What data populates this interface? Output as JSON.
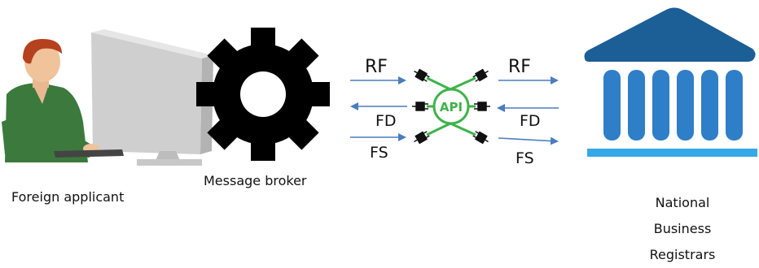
{
  "labels": {
    "applicant": "Foreign applicant",
    "broker": "Message broker",
    "registrars_line1": "National",
    "registrars_line2": "Business",
    "registrars_line3": "Registrars",
    "api": "API"
  },
  "flows": {
    "left_rf": "RF",
    "left_fd": "FD",
    "left_fs": "FS",
    "right_rf": "RF",
    "right_fd": "FD",
    "right_fs": "FS"
  },
  "colors": {
    "arrow": "#4a7cc0",
    "api": "#3db34a",
    "building": "#1c5e96",
    "building_columns": "#2f7ec8",
    "building_base": "#35a8e6",
    "gear": "#000000",
    "shirt": "#3b7a3c",
    "skin": "#f0c39a",
    "hair": "#b5411e",
    "monitor": "#cfcfcf"
  },
  "icons": [
    "person-at-computer-icon",
    "gear-icon",
    "api-hub-icon",
    "plug-icon",
    "bank-building-icon"
  ]
}
